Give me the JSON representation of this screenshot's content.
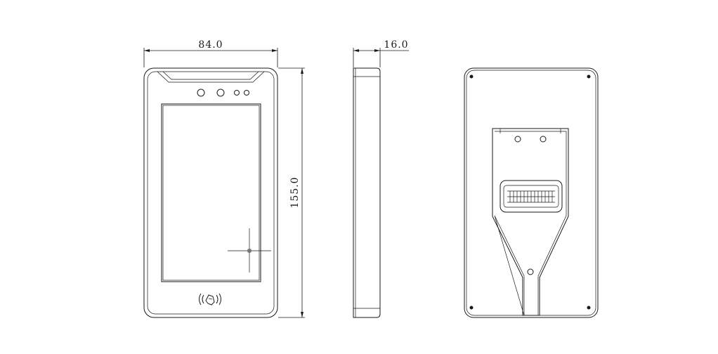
{
  "drawing": {
    "front_view": {
      "width_label": "84.0",
      "height_label": "155.0"
    },
    "side_view": {
      "depth_label": "16.0"
    }
  }
}
